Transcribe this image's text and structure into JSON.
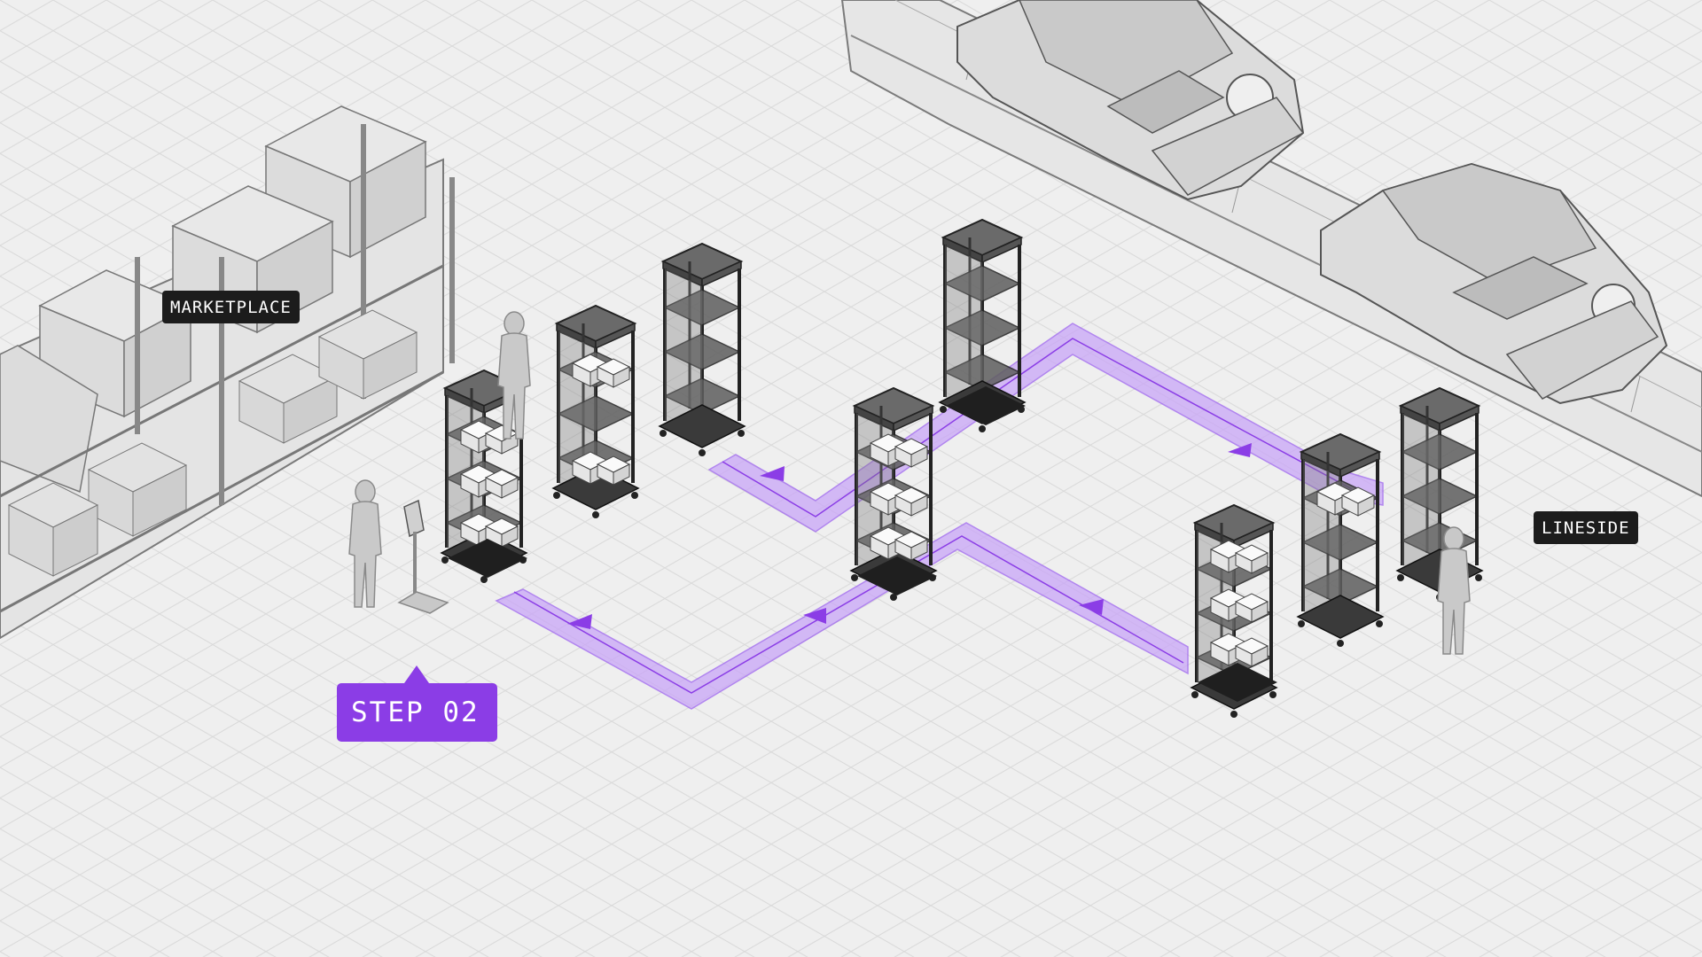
{
  "labels": {
    "marketplace": "MARKETPLACE",
    "lineside": "LINESIDE",
    "step": "STEP 02"
  },
  "colors": {
    "background": "#efefef",
    "grid": "#d6d6d6",
    "route": "#c9a6f7",
    "route_stroke": "#9d63ef",
    "accent": "#8b3de6",
    "tag_bg": "#1c1c1c",
    "cart": "#5e5e5e"
  },
  "icons": [
    "storage-rack-icon",
    "worker-icon",
    "tablet-kiosk-icon",
    "cart-tower-icon",
    "amr-robot-icon",
    "car-body-icon",
    "conveyor-icon",
    "direction-arrow-icon"
  ]
}
